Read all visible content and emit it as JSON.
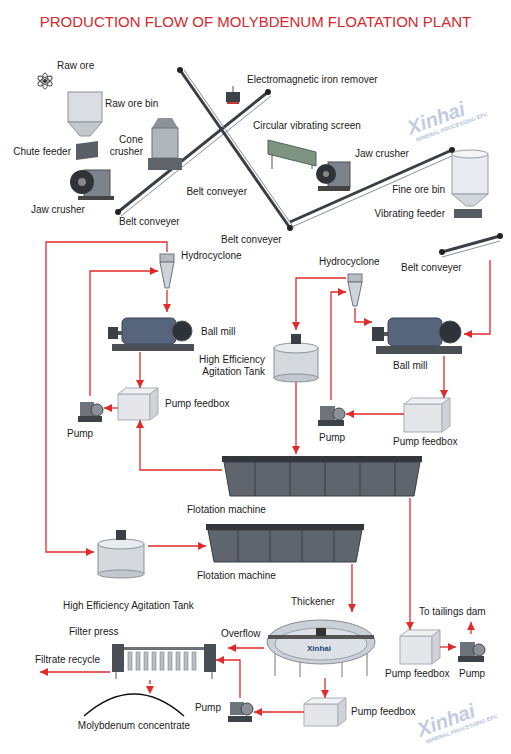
{
  "diagram": {
    "title": "PRODUCTION FLOW OF MOLYBDENUM FLOATATION PLANT",
    "nodes": [
      {
        "text": [
          "Raw ore"
        ]
      },
      {
        "text": [
          "Raw ore bin"
        ]
      },
      {
        "text": [
          "Electromagnetic iron remover"
        ]
      },
      {
        "text": [
          "Cone crusher"
        ]
      },
      {
        "text": [
          "Chute feeder"
        ]
      },
      {
        "text": [
          "Circular vibrating screen"
        ]
      },
      {
        "text": [
          "Jaw crusher"
        ]
      },
      {
        "text": [
          "Belt conveyer"
        ]
      },
      {
        "text": [
          "Fine ore bin"
        ]
      },
      {
        "text": [
          "Jaw crusher"
        ]
      },
      {
        "text": [
          "Belt conveyer"
        ]
      },
      {
        "text": [
          "Vibrating feeder"
        ]
      },
      {
        "text": [
          "Belt conveyer"
        ]
      },
      {
        "text": [
          "Hydrocyclone"
        ]
      },
      {
        "text": [
          "Hydrocyclone"
        ]
      },
      {
        "text": [
          "Belt conveyer"
        ]
      },
      {
        "text": [
          "Ball mill"
        ]
      },
      {
        "text": [
          "Ball mill"
        ]
      },
      {
        "text": [
          "High Efficiency Agitation Tank"
        ]
      },
      {
        "text": [
          "Pump feedbox"
        ]
      },
      {
        "text": [
          "Pump"
        ]
      },
      {
        "text": [
          "Pump"
        ]
      },
      {
        "text": [
          "Pump feedbox"
        ]
      },
      {
        "text": [
          "Flotation machine"
        ]
      },
      {
        "text": [
          "Flotation machine"
        ]
      },
      {
        "text": [
          "High Efficiency Agitation Tank"
        ]
      },
      {
        "text": [
          "Thickener"
        ]
      },
      {
        "text": [
          "Filter press"
        ]
      },
      {
        "text": [
          "Pump feedbox"
        ]
      },
      {
        "text": [
          "Pump"
        ]
      },
      {
        "text": [
          "Pump"
        ]
      },
      {
        "text": [
          "Pump feedbox"
        ]
      },
      {
        "text": [
          "Molybdenum concentrate"
        ]
      }
    ],
    "edges": [
      {
        "from": 15,
        "to": 17,
        "arrow": "to"
      },
      {
        "from": 17,
        "to": 22,
        "arrow": "to"
      },
      {
        "from": 22,
        "to": 21,
        "arrow": "to"
      },
      {
        "from": 21,
        "to": 14,
        "arrow": "to"
      },
      {
        "from": 14,
        "to": 17,
        "arrow": "to"
      },
      {
        "from": 14,
        "to": 18,
        "arrow": "to"
      },
      {
        "from": 18,
        "to": 23,
        "arrow": "to"
      },
      {
        "from": 23,
        "to": 19,
        "arrow": "to"
      },
      {
        "from": 19,
        "to": 20,
        "arrow": "to"
      },
      {
        "from": 20,
        "to": 13,
        "arrow": "to"
      },
      {
        "from": 13,
        "to": 16,
        "arrow": "to"
      },
      {
        "from": 16,
        "to": 19,
        "arrow": "to"
      },
      {
        "from": 13,
        "to": 25,
        "arrow": "to"
      },
      {
        "from": 25,
        "to": 24,
        "arrow": "to"
      },
      {
        "from": 24,
        "to": 26,
        "arrow": "to"
      },
      {
        "from": 23,
        "to": 28,
        "arrow": "to"
      },
      {
        "from": 28,
        "to": 29,
        "arrow": "to"
      },
      {
        "from": 26,
        "to": 31,
        "arrow": "to"
      },
      {
        "from": 31,
        "to": 30,
        "arrow": "to"
      },
      {
        "from": 30,
        "to": 27,
        "arrow": "to"
      },
      {
        "from": 27,
        "to": 32,
        "arrow": "to"
      }
    ],
    "labels": [
      "Overflow",
      "To tailings dam",
      "Filtrate recycle",
      "Xinhai",
      "Xinhai",
      "MINERAL PROCESSING EPC",
      "Xinhai",
      "MINERAL PROCESSING EPC"
    ]
  }
}
